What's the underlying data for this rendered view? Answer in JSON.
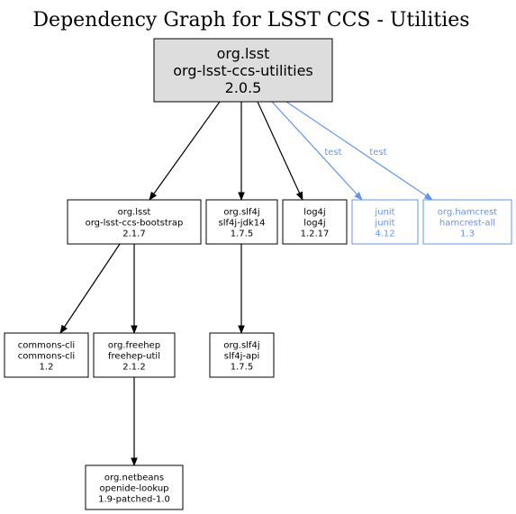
{
  "title": "Dependency Graph for LSST CCS - Utilities",
  "colors": {
    "test": "#6495ed",
    "root_fill": "#dddddd",
    "default": "#000000"
  },
  "nodes": [
    {
      "id": "root",
      "lines": [
        "org.lsst",
        "org-lsst-ccs-utilities",
        "2.0.5"
      ],
      "kind": "root"
    },
    {
      "id": "bootstrap",
      "lines": [
        "org.lsst",
        "org-lsst-ccs-bootstrap",
        "2.1.7"
      ],
      "kind": "normal"
    },
    {
      "id": "slf4j-jdk14",
      "lines": [
        "org.slf4j",
        "slf4j-jdk14",
        "1.7.5"
      ],
      "kind": "normal"
    },
    {
      "id": "log4j",
      "lines": [
        "log4j",
        "log4j",
        "1.2.17"
      ],
      "kind": "normal"
    },
    {
      "id": "junit",
      "lines": [
        "junit",
        "junit",
        "4.12"
      ],
      "kind": "test"
    },
    {
      "id": "hamcrest",
      "lines": [
        "org.hamcrest",
        "hamcrest-all",
        "1.3"
      ],
      "kind": "test"
    },
    {
      "id": "commons-cli",
      "lines": [
        "commons-cli",
        "commons-cli",
        "1.2"
      ],
      "kind": "normal"
    },
    {
      "id": "freehep",
      "lines": [
        "org.freehep",
        "freehep-util",
        "2.1.2"
      ],
      "kind": "normal"
    },
    {
      "id": "slf4j-api",
      "lines": [
        "org.slf4j",
        "slf4j-api",
        "1.7.5"
      ],
      "kind": "normal"
    },
    {
      "id": "openide",
      "lines": [
        "org.netbeans",
        "openide-lookup",
        "1.9-patched-1.0"
      ],
      "kind": "normal"
    }
  ],
  "edges": [
    {
      "from": "root",
      "to": "bootstrap",
      "label": "",
      "kind": "normal"
    },
    {
      "from": "root",
      "to": "slf4j-jdk14",
      "label": "",
      "kind": "normal"
    },
    {
      "from": "root",
      "to": "log4j",
      "label": "",
      "kind": "normal"
    },
    {
      "from": "root",
      "to": "junit",
      "label": "test",
      "kind": "test"
    },
    {
      "from": "root",
      "to": "hamcrest",
      "label": "test",
      "kind": "test"
    },
    {
      "from": "bootstrap",
      "to": "commons-cli",
      "label": "",
      "kind": "normal"
    },
    {
      "from": "bootstrap",
      "to": "freehep",
      "label": "",
      "kind": "normal"
    },
    {
      "from": "slf4j-jdk14",
      "to": "slf4j-api",
      "label": "",
      "kind": "normal"
    },
    {
      "from": "freehep",
      "to": "openide",
      "label": "",
      "kind": "normal"
    }
  ]
}
